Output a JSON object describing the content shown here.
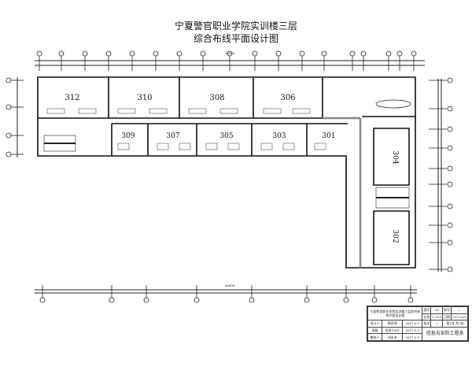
{
  "title": {
    "line1": "宁夏警官职业学院实训楼三层",
    "line2": "综合布线平面设计图"
  },
  "rooms": {
    "r312": "312",
    "r310": "310",
    "r308": "308",
    "r306": "306",
    "r309": "309",
    "r307": "307",
    "r305": "305",
    "r303": "303",
    "r301": "301",
    "r304": "304",
    "r302": "302"
  },
  "dimensions": {
    "top_total": "56000",
    "bottom_total": "56000"
  },
  "title_block": {
    "drawing_name": "宁夏警官职业学院实训楼三层综合布线平面设计图",
    "drawing_no_label": "图号",
    "drawing_no": "03",
    "attach_label": "附号",
    "attach": "/",
    "scale_label": "比例",
    "scale": "1:100",
    "date_label": "日期",
    "date": "2017/5/1",
    "designer_label": "设计人",
    "designer": "杨思瑶",
    "designer_date": "2017.5.1",
    "version_label": "版本",
    "version": "/",
    "sheet": "第1张 共1张",
    "class_label": "班级",
    "class": "信息1501",
    "class_date": "2017.5.1",
    "reviewer_label": "审核人",
    "reviewer": "刘永杰",
    "reviewer_date": "2017.5.1",
    "department": "信息与安防工程系"
  }
}
